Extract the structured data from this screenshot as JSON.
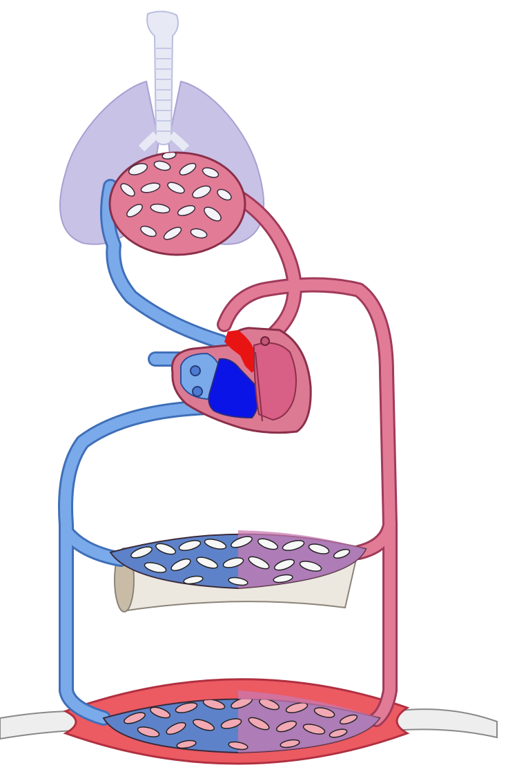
{
  "diagram": {
    "type": "circulatory-system",
    "labels": [],
    "colors": {
      "oxygenated_blood": "#e0738f",
      "deoxygenated_blood": "#6fa3e6",
      "heart_right_chamber": "#0a14e6",
      "heart_left_chamber": "#e81414",
      "lungs": "#c7c1e6",
      "trachea": "#e3e6f3",
      "muscle": "#e8525a",
      "bone": "#e8e2d8"
    },
    "parts": [
      "trachea-icon",
      "lungs-icon",
      "pulmonary-capillaries",
      "heart-icon",
      "systemic-capillaries-upper",
      "systemic-capillaries-lower",
      "bone-icon",
      "muscle-icon"
    ]
  }
}
